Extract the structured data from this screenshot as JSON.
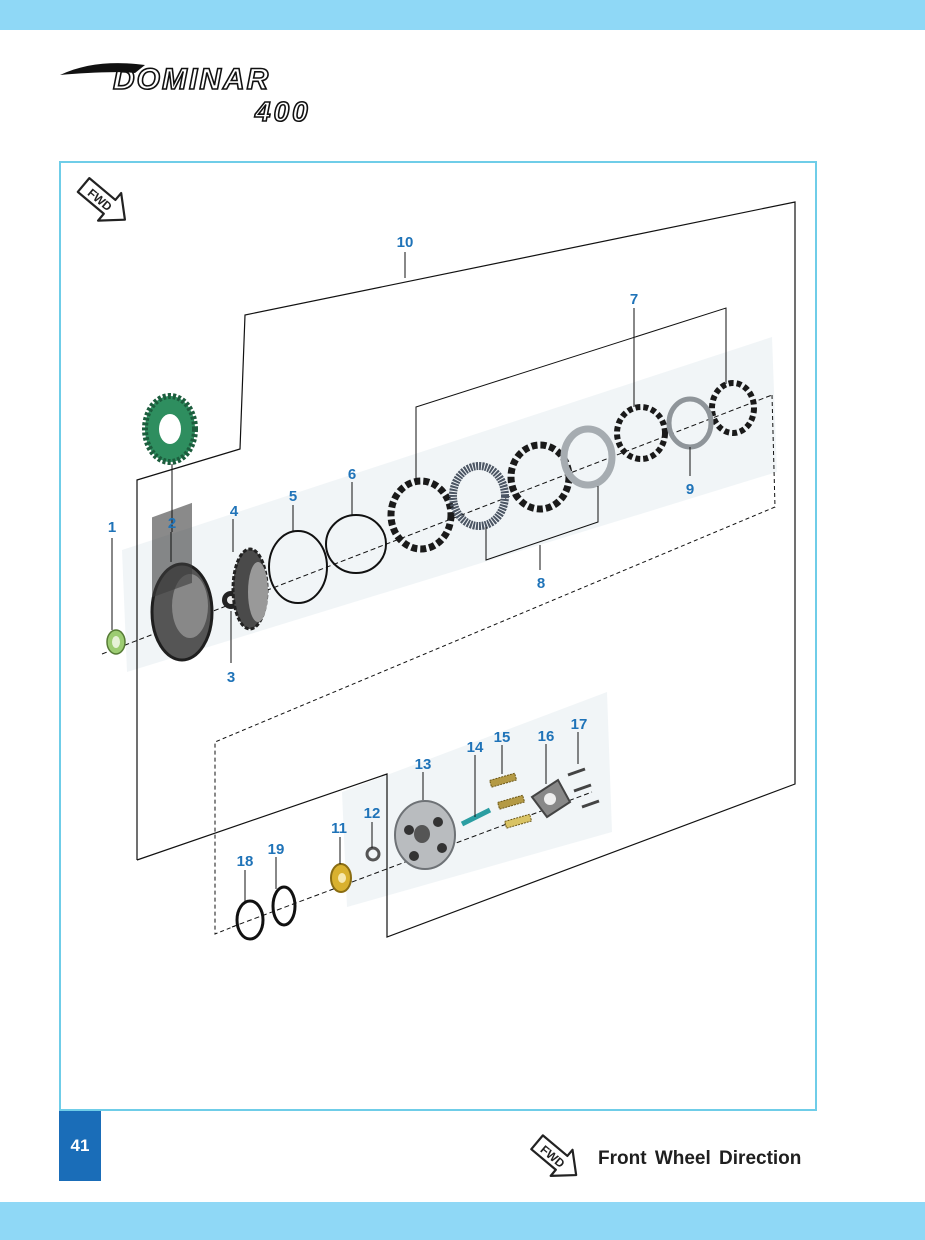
{
  "brand": {
    "logo_line1": "DOMINAR",
    "logo_line2": "400"
  },
  "fwd_icon_text": "FWD",
  "page_number": "41",
  "legend": {
    "icon_text": "FWD",
    "text": "Front Wheel Direction"
  },
  "callouts": [
    "1",
    "2",
    "3",
    "4",
    "5",
    "6",
    "7",
    "8",
    "9",
    "10",
    "11",
    "12",
    "13",
    "14",
    "15",
    "16",
    "17",
    "18",
    "19"
  ],
  "colors": {
    "band": "#8fd8f6",
    "frame": "#6fcde8",
    "page_badge": "#1a6db8",
    "label": "#1f73b8"
  }
}
